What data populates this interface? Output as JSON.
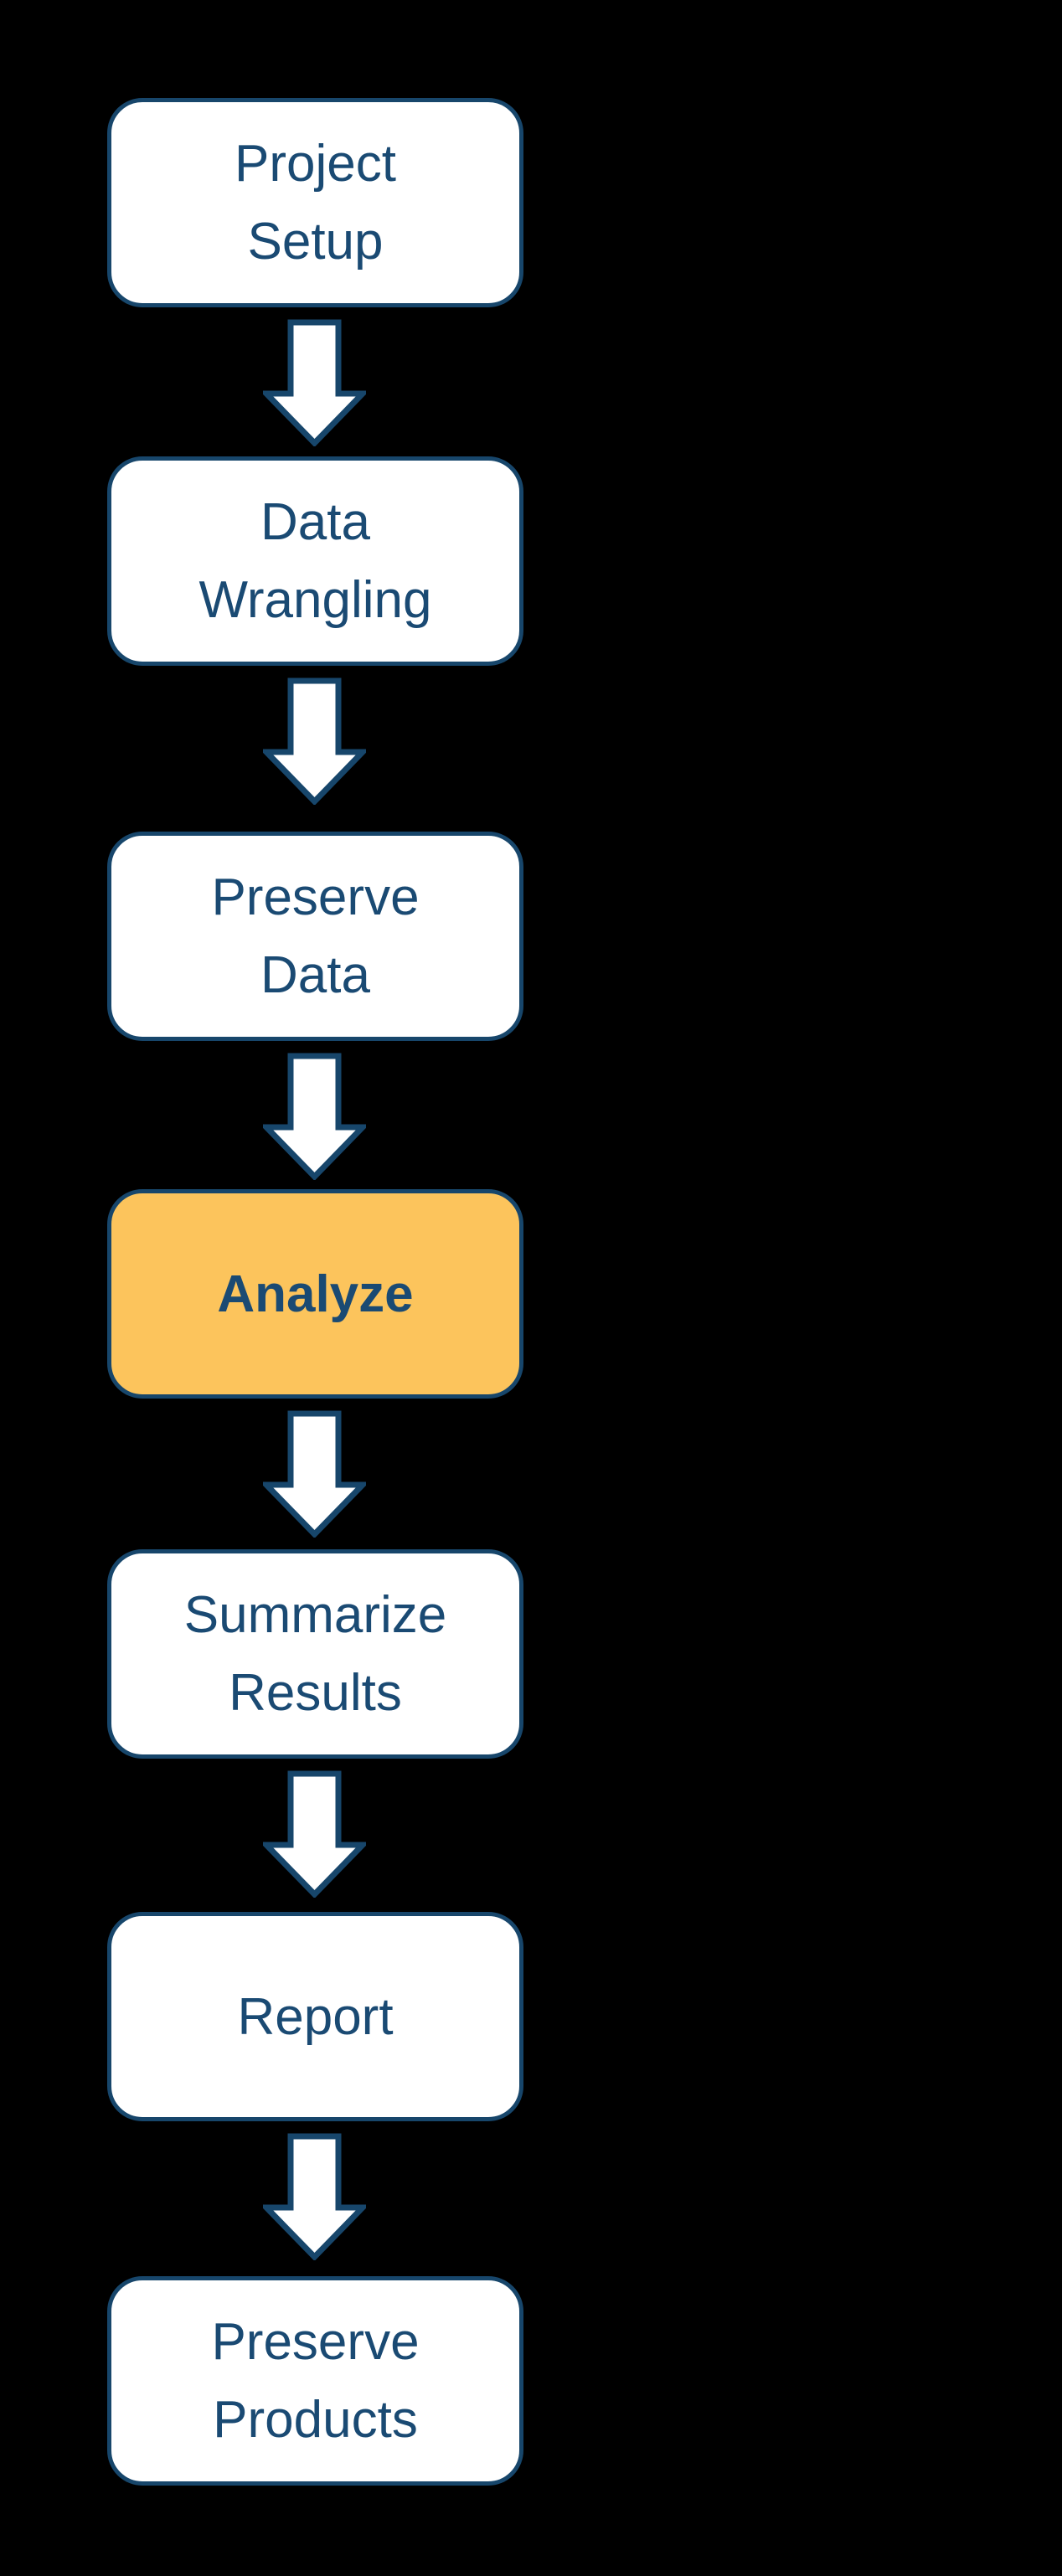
{
  "flowchart": {
    "title": "workflow-flowchart",
    "steps": [
      {
        "label": "Project\nSetup",
        "highlighted": false
      },
      {
        "label": "Data\nWrangling",
        "highlighted": false
      },
      {
        "label": "Preserve\nData",
        "highlighted": false
      },
      {
        "label": "Analyze",
        "highlighted": true
      },
      {
        "label": "Summarize\nResults",
        "highlighted": false
      },
      {
        "label": "Report",
        "highlighted": false
      },
      {
        "label": "Preserve\nProducts",
        "highlighted": false
      }
    ],
    "connector": "down-block-arrow",
    "colors": {
      "background": "#000000",
      "box_fill": "#FFFFFF",
      "box_border": "#17466B",
      "text": "#1A4A73",
      "highlight_fill": "#FCC45C",
      "arrow_fill": "#FFFFFF",
      "arrow_border": "#17466B"
    }
  }
}
